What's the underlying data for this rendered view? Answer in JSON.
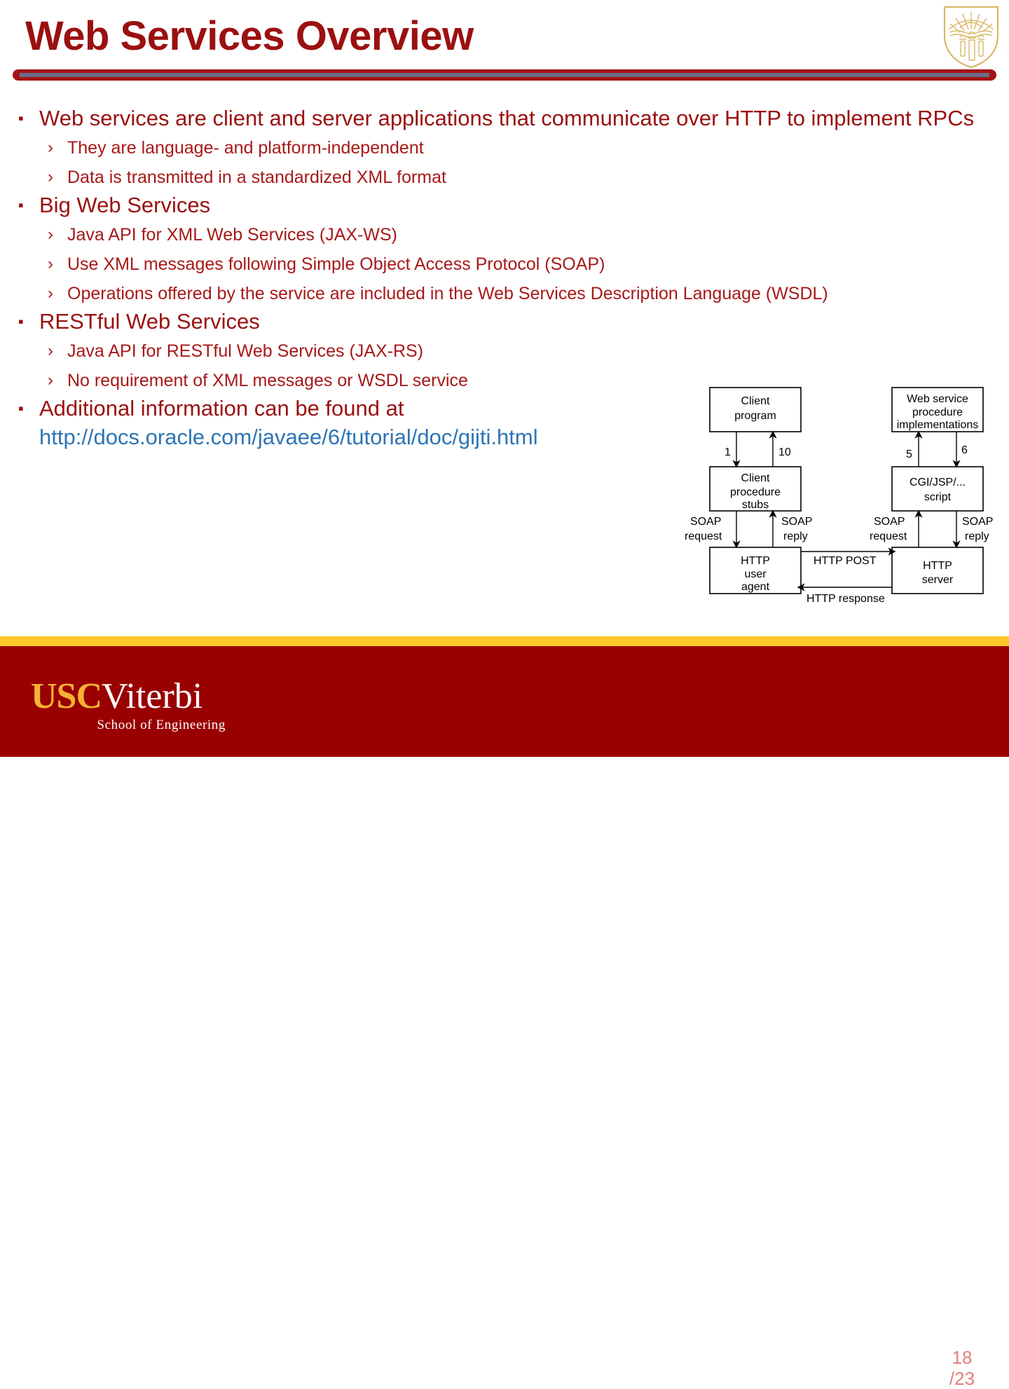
{
  "slide": {
    "title": "Web Services Overview",
    "title_color": "#9B1010",
    "accent_red": "#A31414",
    "accent_gold": "#FFC72C",
    "link_color": "#2E74B5"
  },
  "logo": {
    "shield_name": "usc-shield-icon"
  },
  "bullets": [
    {
      "level": 1,
      "marker": "▪",
      "text": "Web services are client and server applications that communicate over HTTP to implement RPCs"
    },
    {
      "level": 2,
      "marker": "›",
      "text": "They are language- and platform-independent"
    },
    {
      "level": 2,
      "marker": "›",
      "text": "Data is transmitted in a standardized XML format"
    },
    {
      "level": 1,
      "marker": "▪",
      "text": "Big Web Services"
    },
    {
      "level": 2,
      "marker": "›",
      "text": "Java API for XML Web Services (JAX-WS)"
    },
    {
      "level": 2,
      "marker": "›",
      "text": "Use XML messages following Simple Object Access Protocol (SOAP)"
    },
    {
      "level": 2,
      "marker": "›",
      "text": "Operations offered by the service are included in the Web Services Description Language (WSDL)"
    },
    {
      "level": 1,
      "marker": "▪",
      "text": "RESTful Web Services"
    },
    {
      "level": 2,
      "marker": "›",
      "text": "Java API for RESTful Web Services (JAX-RS)"
    },
    {
      "level": 2,
      "marker": "›",
      "text": "No requirement of XML messages or WSDL service"
    },
    {
      "level": 1,
      "marker": "▪",
      "text": "Additional information can be found at"
    }
  ],
  "link": {
    "url_text": "http://docs.oracle.com/javaee/6/tutorial/doc/gijti.html"
  },
  "diagram": {
    "name": "soap-rpc-flow-diagram",
    "boxes": {
      "client_program": "Client program",
      "client_procedure_stubs": "Client procedure stubs",
      "http_user_agent": "HTTP user agent",
      "web_service_impl": "Web service procedure implementations",
      "cgi_jsp_script": "CGI/JSP/... script",
      "http_server": "HTTP server"
    },
    "box_lines": {
      "client_program": [
        "Client",
        "program"
      ],
      "client_procedure_stubs": [
        "Client",
        "procedure",
        "stubs"
      ],
      "http_user_agent": [
        "HTTP",
        "user",
        "agent"
      ],
      "web_service_impl": [
        "Web service",
        "procedure",
        "implementations"
      ],
      "cgi_jsp_script": [
        "CGI/JSP/...",
        "script"
      ],
      "http_server": [
        "HTTP",
        "server"
      ]
    },
    "step_labels": {
      "step1": "1",
      "step10": "10",
      "step5": "5",
      "step6": "6"
    },
    "edge_labels": {
      "soap_request_left_a": "SOAP",
      "soap_request_left_b": "request",
      "soap_reply_left_a": "SOAP",
      "soap_reply_left_b": "reply",
      "soap_request_right_a": "SOAP",
      "soap_request_right_b": "request",
      "soap_reply_right_a": "SOAP",
      "soap_reply_right_b": "reply",
      "http_post": "HTTP POST",
      "http_response": "HTTP response"
    }
  },
  "footer": {
    "logo_usc": "USC",
    "logo_viterbi": "Viterbi",
    "logo_subtitle": "School of Engineering",
    "page_current": "18",
    "page_total": "/23"
  }
}
